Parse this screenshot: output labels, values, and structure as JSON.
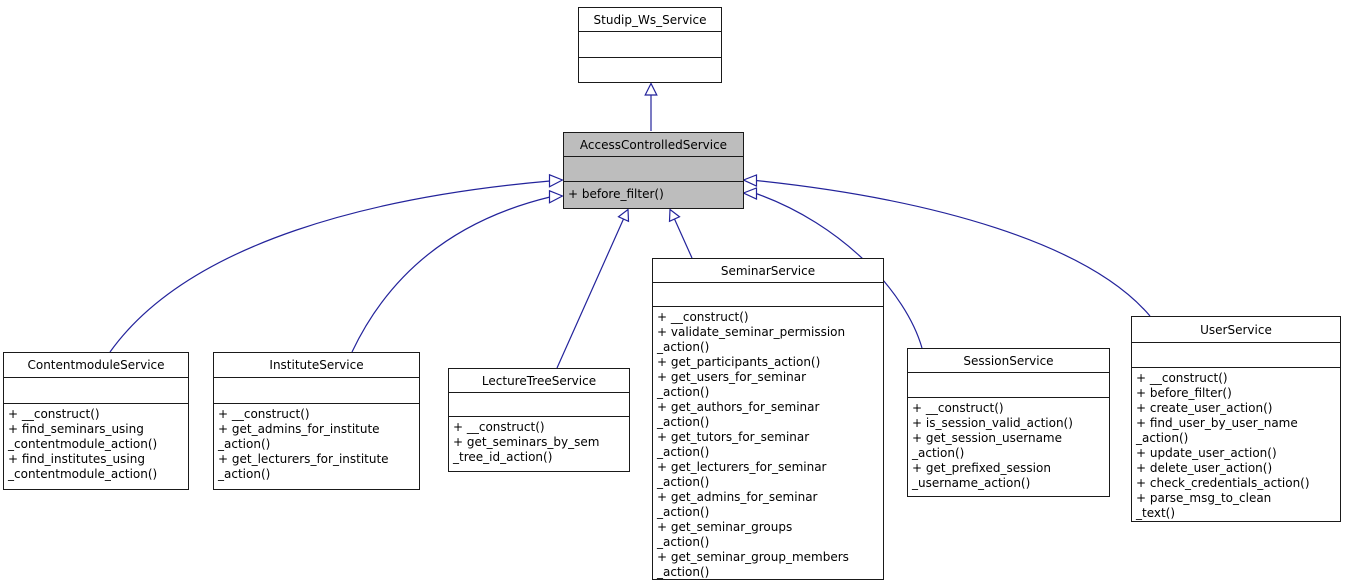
{
  "diagram": {
    "type": "uml-class-inheritance-diagram",
    "edge_color": "#23239b",
    "node_border_color": "#1a1a1a",
    "node_fill": "#ffffff",
    "highlight_fill": "#bdbdbd",
    "text_color": "#000000"
  },
  "classes": [
    {
      "name": "Studip_Ws_Service",
      "highlighted": false,
      "method_lines": []
    },
    {
      "name": "AccessControlledService",
      "highlighted": true,
      "method_lines": [
        "+ before_filter()"
      ]
    },
    {
      "name": "ContentmoduleService",
      "highlighted": false,
      "method_lines": [
        "+ __construct()",
        "+ find_seminars_using",
        "_contentmodule_action()",
        "+ find_institutes_using",
        "_contentmodule_action()"
      ]
    },
    {
      "name": "InstituteService",
      "highlighted": false,
      "method_lines": [
        "+ __construct()",
        "+ get_admins_for_institute",
        "_action()",
        "+ get_lecturers_for_institute",
        "_action()"
      ]
    },
    {
      "name": "LectureTreeService",
      "highlighted": false,
      "method_lines": [
        "+ __construct()",
        "+ get_seminars_by_sem",
        "_tree_id_action()"
      ]
    },
    {
      "name": "SeminarService",
      "highlighted": false,
      "method_lines": [
        "+ __construct()",
        "+ validate_seminar_permission",
        "_action()",
        "+ get_participants_action()",
        "+ get_users_for_seminar",
        "_action()",
        "+ get_authors_for_seminar",
        "_action()",
        "+ get_tutors_for_seminar",
        "_action()",
        "+ get_lecturers_for_seminar",
        "_action()",
        "+ get_admins_for_seminar",
        "_action()",
        "+ get_seminar_groups",
        "_action()",
        "+ get_seminar_group_members",
        "_action()"
      ]
    },
    {
      "name": "SessionService",
      "highlighted": false,
      "method_lines": [
        "+ __construct()",
        "+ is_session_valid_action()",
        "+ get_session_username",
        "_action()",
        "+ get_prefixed_session",
        "_username_action()"
      ]
    },
    {
      "name": "UserService",
      "highlighted": false,
      "method_lines": [
        "+ __construct()",
        "+ before_filter()",
        "+ create_user_action()",
        "+ find_user_by_user_name",
        "_action()",
        "+ update_user_action()",
        "+ delete_user_action()",
        "+ check_credentials_action()",
        "+ parse_msg_to_clean",
        "_text()"
      ]
    }
  ],
  "relations": [
    {
      "from": "AccessControlledService",
      "to": "Studip_Ws_Service",
      "type": "inheritance"
    },
    {
      "from": "ContentmoduleService",
      "to": "AccessControlledService",
      "type": "inheritance"
    },
    {
      "from": "InstituteService",
      "to": "AccessControlledService",
      "type": "inheritance"
    },
    {
      "from": "LectureTreeService",
      "to": "AccessControlledService",
      "type": "inheritance"
    },
    {
      "from": "SeminarService",
      "to": "AccessControlledService",
      "type": "inheritance"
    },
    {
      "from": "SessionService",
      "to": "AccessControlledService",
      "type": "inheritance"
    },
    {
      "from": "UserService",
      "to": "AccessControlledService",
      "type": "inheritance"
    }
  ]
}
